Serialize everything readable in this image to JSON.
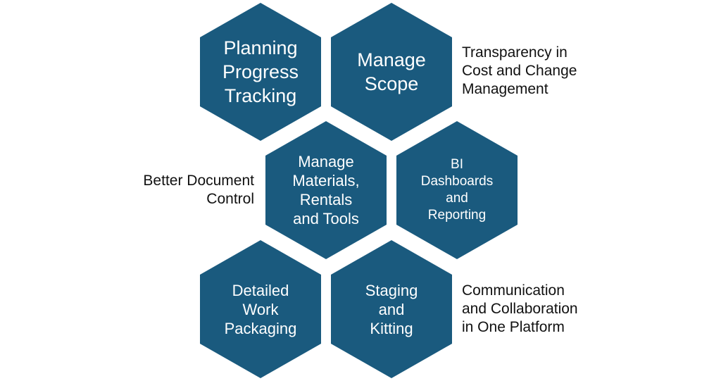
{
  "colors": {
    "hexagon_fill": "#1a5a7e",
    "hexagon_text": "#ffffff",
    "side_text": "#111111",
    "background": "#ffffff"
  },
  "hexagons": [
    {
      "label": "Planning\nProgress\nTracking"
    },
    {
      "label": "Manage\nScope"
    },
    {
      "label": "Manage\nMaterials,\nRentals\nand Tools"
    },
    {
      "label": "BI\nDashboards\nand\nReporting"
    },
    {
      "label": "Detailed\nWork\nPackaging"
    },
    {
      "label": "Staging\nand\nKitting"
    }
  ],
  "side_labels": [
    {
      "text": "Transparency in\nCost and Change\nManagement"
    },
    {
      "text": "Better Document\nControl"
    },
    {
      "text": "Communication\nand Collaboration\nin One Platform"
    }
  ]
}
